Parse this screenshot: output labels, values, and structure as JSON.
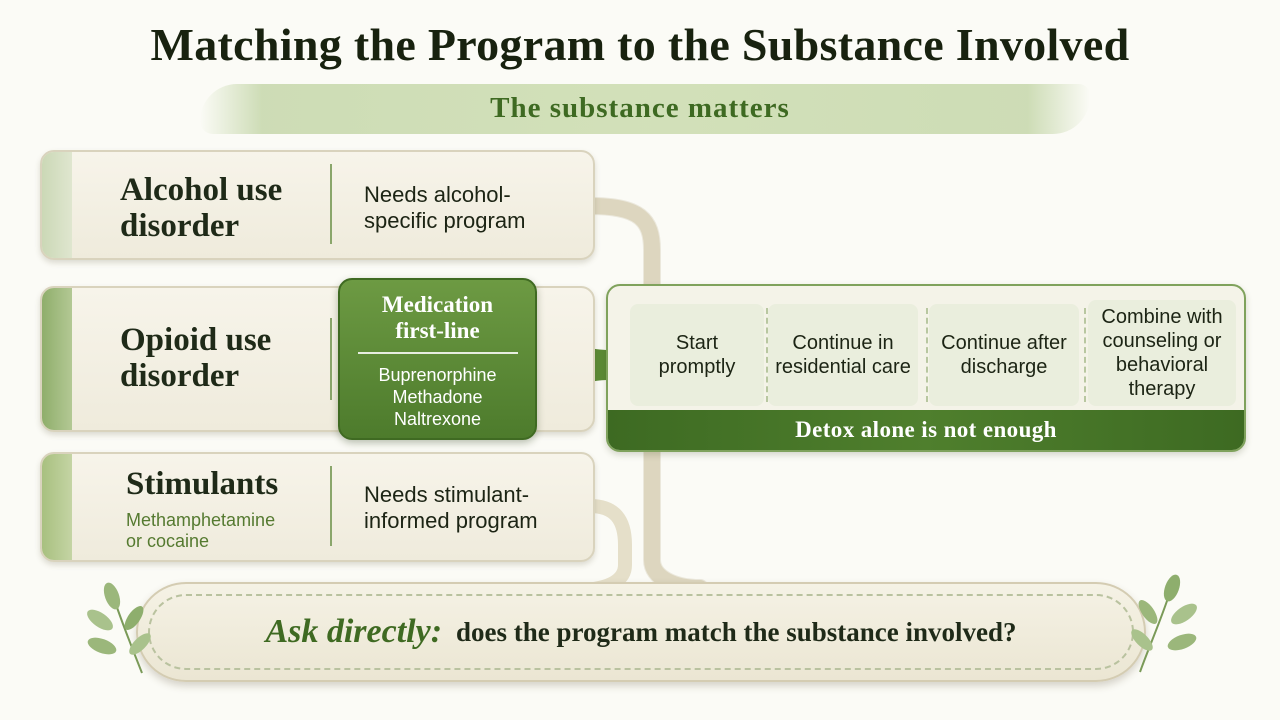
{
  "title": "Matching the Program to the Substance Involved",
  "subtitle": "The substance matters",
  "substances": [
    {
      "name_lines": [
        "Alcohol use",
        "disorder"
      ],
      "need_lines": [
        "Needs alcohol-",
        "specific program"
      ]
    },
    {
      "name_lines": [
        "Opioid use",
        "disorder"
      ]
    },
    {
      "name_lines": [
        "Stimulants"
      ],
      "detail_lines": [
        "Methamphetamine",
        "or cocaine"
      ],
      "need_lines": [
        "Needs stimulant-",
        "informed program"
      ]
    }
  ],
  "medication": {
    "title_lines": [
      "Medication",
      "first-line"
    ],
    "drugs": [
      "Buprenorphine",
      "Methadone",
      "Naltrexone"
    ]
  },
  "steps": [
    {
      "lines": [
        "Start",
        "promptly"
      ]
    },
    {
      "lines": [
        "Continue in",
        "residential care"
      ]
    },
    {
      "lines": [
        "Continue after",
        "discharge"
      ]
    },
    {
      "lines": [
        "Combine with",
        "counseling or",
        "behavioral",
        "therapy"
      ]
    }
  ],
  "detox_note": "Detox alone is not enough",
  "banner": {
    "ask": "Ask directly:",
    "question": "does the program match the substance involved?"
  },
  "colors": {
    "accent_dark": "#3d6a22",
    "accent": "#6d9a43",
    "paper": "#f4f1e4"
  },
  "icons": {
    "decor_left": "leaf-sprig-icon",
    "decor_right": "leaf-sprig-icon"
  }
}
